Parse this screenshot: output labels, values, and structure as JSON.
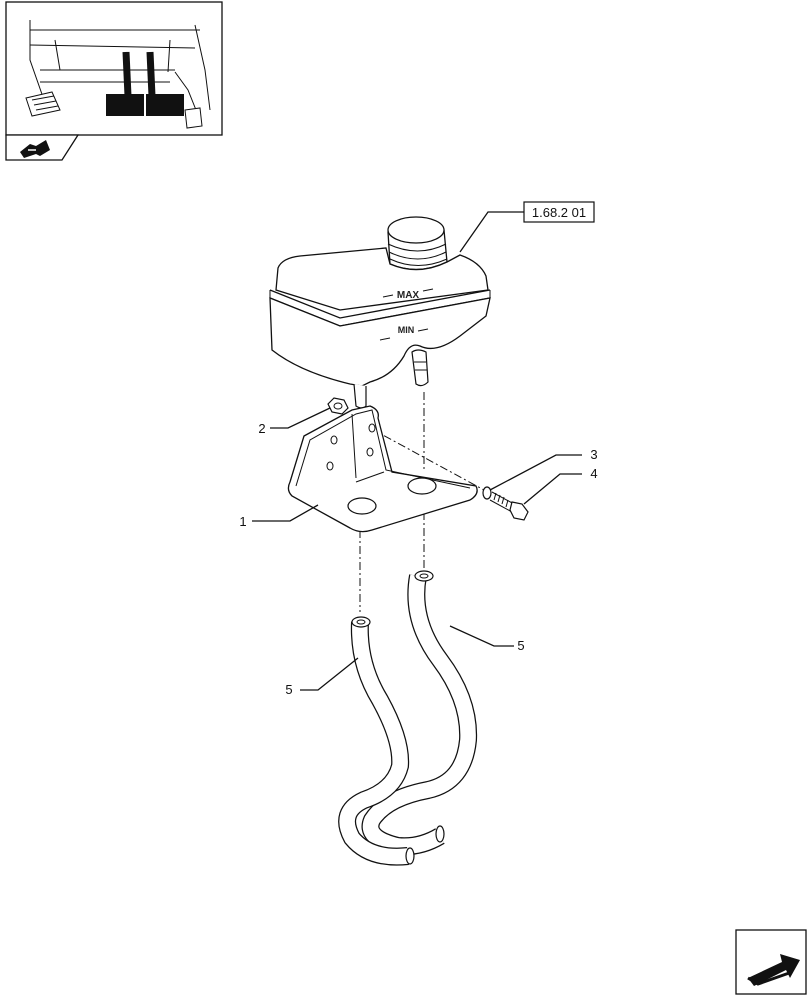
{
  "reference_box": {
    "label": "1.68.2 01"
  },
  "reservoir": {
    "max_label": "MAX",
    "min_label": "MIN"
  },
  "callouts": [
    {
      "id": "bracket",
      "number": "1"
    },
    {
      "id": "nut",
      "number": "2"
    },
    {
      "id": "washer",
      "number": "3"
    },
    {
      "id": "bolt",
      "number": "4"
    },
    {
      "id": "hose-right",
      "number": "5"
    },
    {
      "id": "hose-left",
      "number": "5"
    }
  ],
  "icons": {
    "thumbnail": "pedals-location-thumbnail",
    "thumbnail_arrow": "prev-page-arrow-icon",
    "nav_arrow": "next-page-arrow-icon"
  }
}
